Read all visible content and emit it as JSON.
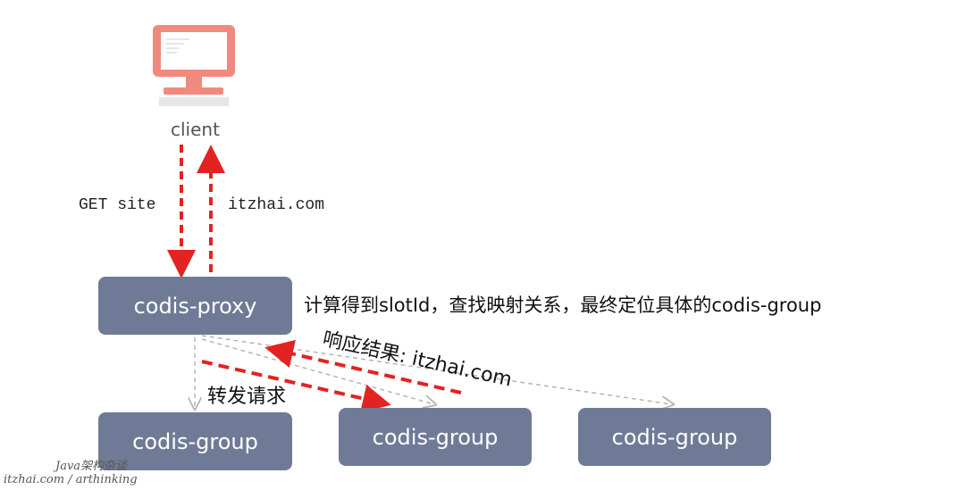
{
  "client": {
    "label": "client"
  },
  "arrows": {
    "request_label": "GET site",
    "response_label": "itzhai.com"
  },
  "proxy": {
    "label": "codis-proxy",
    "note": "计算得到slotId，查找映射关系，最终定位具体的codis-group"
  },
  "forward_label": "转发请求",
  "response_result_label": "响应结果: itzhai.com",
  "groups": [
    {
      "label": "codis-group"
    },
    {
      "label": "codis-group"
    },
    {
      "label": "codis-group"
    }
  ],
  "watermark": {
    "line1": "Java架构杂谈",
    "line2": "itzhai.com / arthinking"
  },
  "colors": {
    "node_fill": "#6f7b96",
    "monitor": "#f08a7e",
    "arrow_red": "#e32222",
    "arrow_gray": "#b5b5b5"
  }
}
